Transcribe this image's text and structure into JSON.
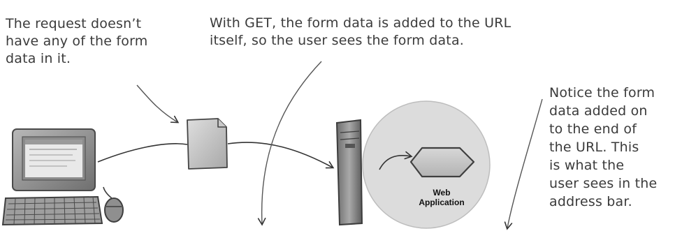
{
  "annotations": {
    "request_note": "The request doesn’t\nhave any of the form\ndata in it.",
    "get_note": "With GET, the form data is added to the URL\nitself, so the user sees the form data.",
    "url_note": "Notice the form\ndata added on\nto the end of\nthe URL. This\nis what the\nuser sees in the\naddress bar."
  },
  "diagram": {
    "web_app_line1": "Web",
    "web_app_line2": "Application"
  },
  "colors": {
    "ink": "#333333",
    "server_circle": "#dcdcdc",
    "device_gray": "#8a8a8a"
  }
}
